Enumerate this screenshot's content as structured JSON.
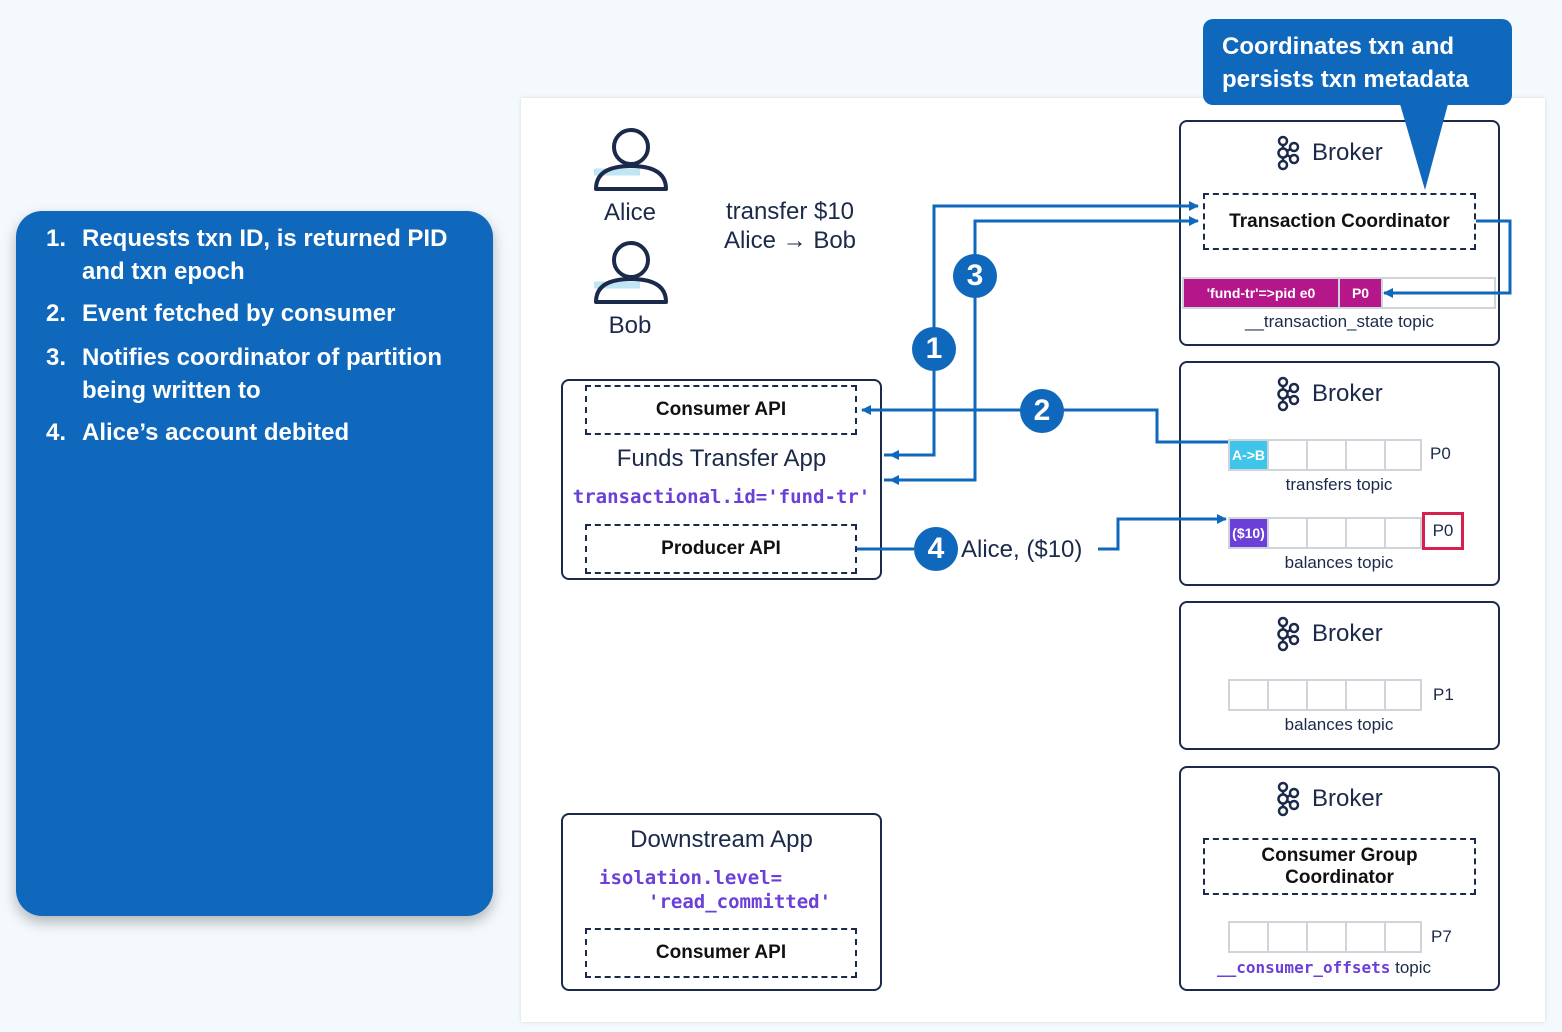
{
  "steps": [
    {
      "num": "1.",
      "text": "Requests txn ID, is returned PID and txn epoch"
    },
    {
      "num": "2.",
      "text": "Event fetched by consumer"
    },
    {
      "num": "3.",
      "text": "Notifies coordinator of partition being written to"
    },
    {
      "num": "4.",
      "text": "Alice’s account debited"
    }
  ],
  "callout": "Coordinates txn and persists txn metadata",
  "people": {
    "alice": "Alice",
    "bob": "Bob"
  },
  "transfer_note": {
    "line1": "transfer $10",
    "line2": "Alice → Bob"
  },
  "funds_app": {
    "consumer_api": "Consumer API",
    "title": "Funds Transfer App",
    "config": "transactional.id='fund-tr'",
    "producer_api": "Producer API"
  },
  "downstream_app": {
    "title": "Downstream App",
    "config_line1": "isolation.level=",
    "config_line2": "'read_committed'",
    "consumer_api": "Consumer API"
  },
  "broker_label": "Broker",
  "broker1": {
    "coordinator": "Transaction Coordinator",
    "record": "'fund-tr'=>pid e0",
    "partition": "P0",
    "topic": "__transaction_state topic"
  },
  "broker2": {
    "transfers_record": "A->B",
    "transfers_partition": "P0",
    "transfers_topic": "transfers topic",
    "balances_record": "($10)",
    "balances_partition": "P0",
    "balances_topic": "balances topic"
  },
  "broker3": {
    "partition": "P1",
    "topic": "balances topic"
  },
  "broker4": {
    "coordinator": "Consumer Group Coordinator",
    "partition": "P7",
    "topic_code": "__consumer_offsets",
    "topic_suffix": "topic"
  },
  "badges": {
    "b1": "1",
    "b2": "2",
    "b3": "3",
    "b4": "4"
  },
  "step4_label": "Alice, ($10)",
  "colors": {
    "primary_blue": "#0f68bb",
    "dark_navy": "#1b2a4a",
    "magenta": "#b5178a",
    "cyan": "#3fc4ea",
    "purple": "#6b3fd8",
    "highlight_red": "#d6204e"
  }
}
